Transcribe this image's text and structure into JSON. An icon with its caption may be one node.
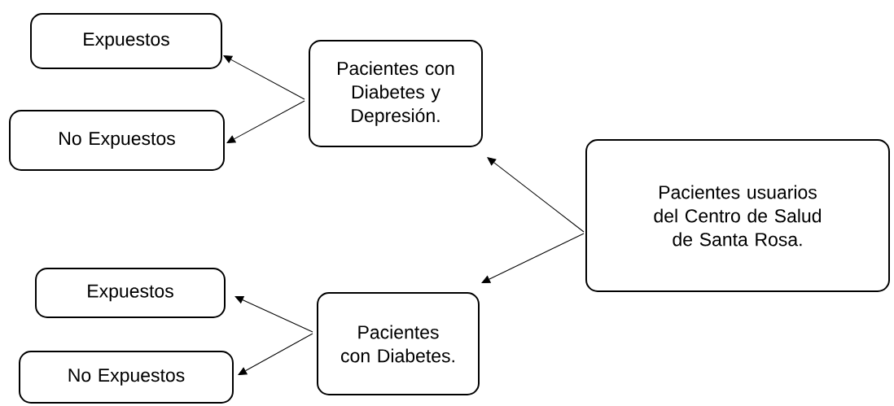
{
  "diagram": {
    "nodes": [
      {
        "text": [
          "Pacientes usuarios del Centro de Salud de Santa Rosa."
        ]
      },
      {
        "text": [
          "Pacientes con Diabetes y Depresión."
        ]
      },
      {
        "text": [
          "Pacientes con Diabetes."
        ]
      },
      {
        "text": [
          "Expuestos"
        ]
      },
      {
        "text": [
          "No Expuestos"
        ]
      },
      {
        "text": [
          "Expuestos"
        ]
      },
      {
        "text": [
          "No Expuestos"
        ]
      }
    ],
    "edges": [
      {
        "from": 0,
        "to": 1,
        "arrow": "to"
      },
      {
        "from": 0,
        "to": 2,
        "arrow": "to"
      },
      {
        "from": 1,
        "to": 3,
        "arrow": "to"
      },
      {
        "from": 1,
        "to": 4,
        "arrow": "to"
      },
      {
        "from": 2,
        "to": 5,
        "arrow": "to"
      },
      {
        "from": 2,
        "to": 6,
        "arrow": "to"
      }
    ]
  }
}
